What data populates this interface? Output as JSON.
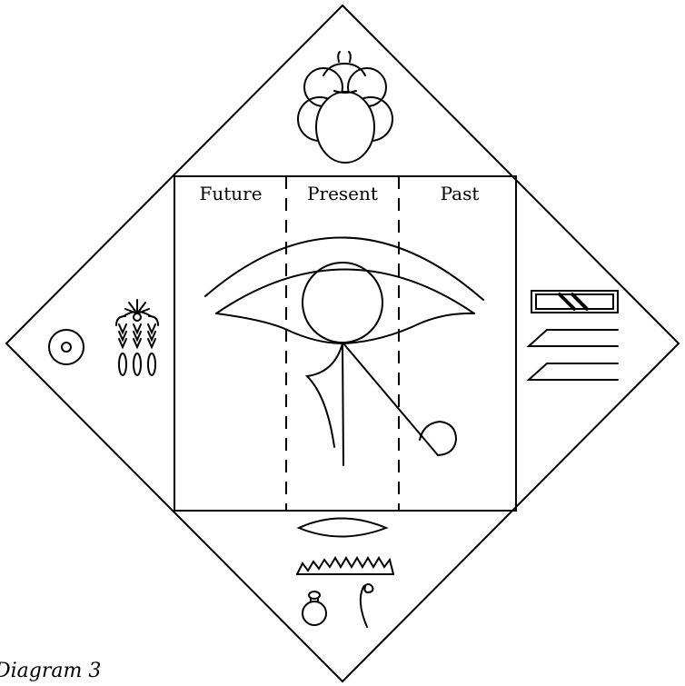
{
  "columns": [
    {
      "label": "Future"
    },
    {
      "label": "Present"
    },
    {
      "label": "Past"
    }
  ],
  "caption": "Diagram 3"
}
